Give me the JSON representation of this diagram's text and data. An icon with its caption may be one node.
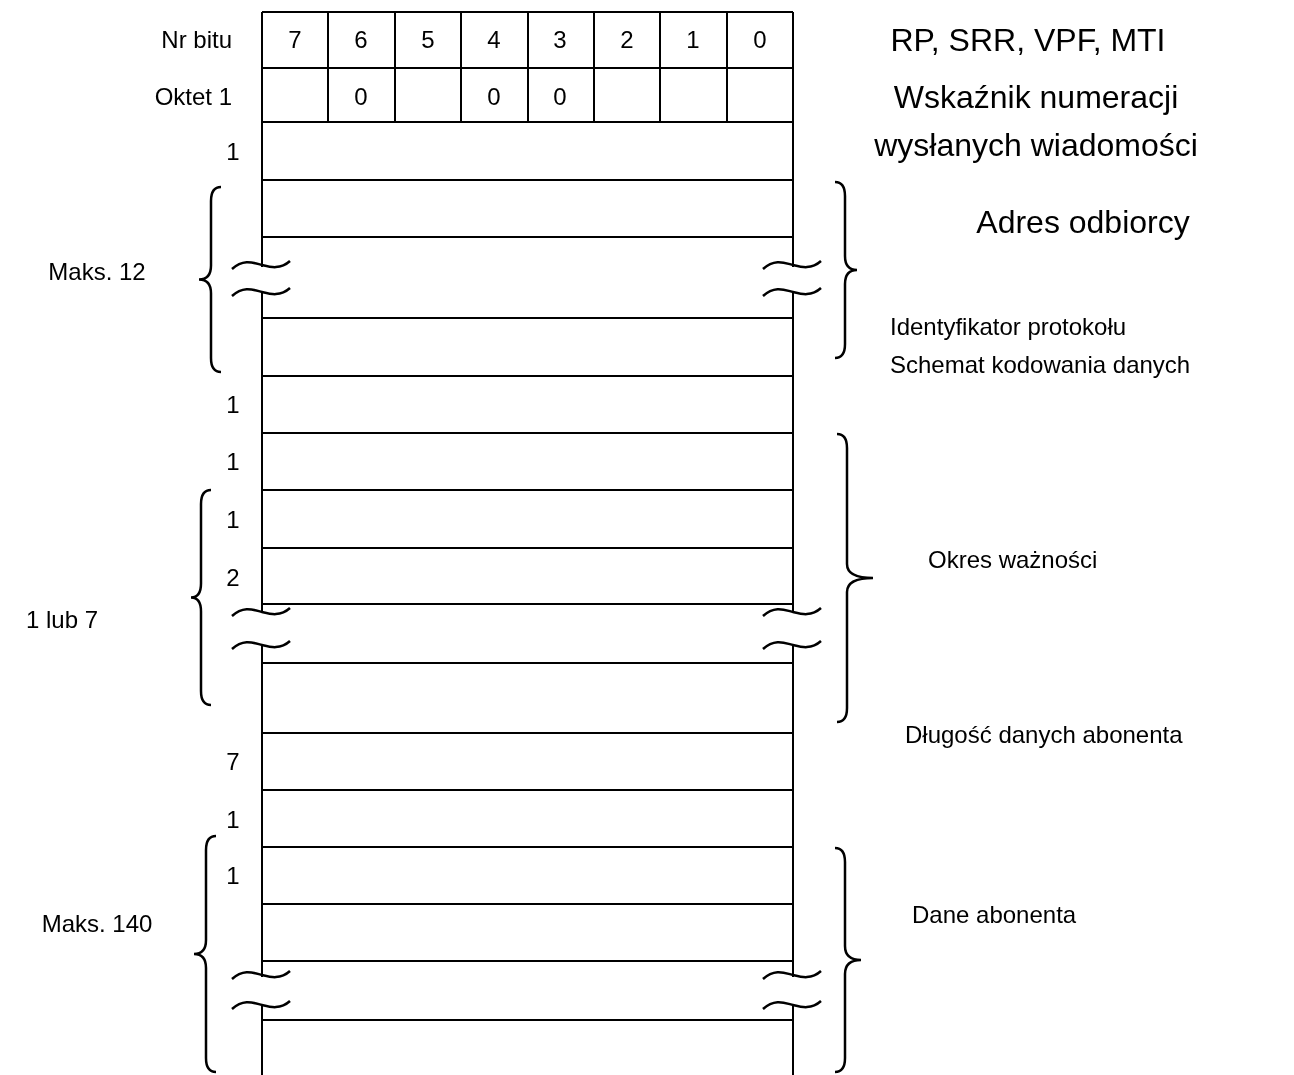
{
  "diagram": {
    "labels": [
      "Nr bitu",
      "7",
      "6",
      "5",
      "4",
      "3",
      "2",
      "1",
      "0",
      "RP, SRR, VPF, MTI",
      "Oktet 1",
      "0",
      "0",
      "0",
      "Wskaźnik numeracji wysłanych wiadomości",
      "1",
      "Adres odbiorcy",
      "Maks. 12",
      "Identyfikator protokołu",
      "Schemat kodowania danych",
      "1",
      "1",
      "1",
      "Okres ważności",
      "2",
      "1 lub 7",
      "Długość danych abonenta",
      "7",
      "1",
      "1",
      "Dane abonenta",
      "Maks. 140"
    ]
  }
}
